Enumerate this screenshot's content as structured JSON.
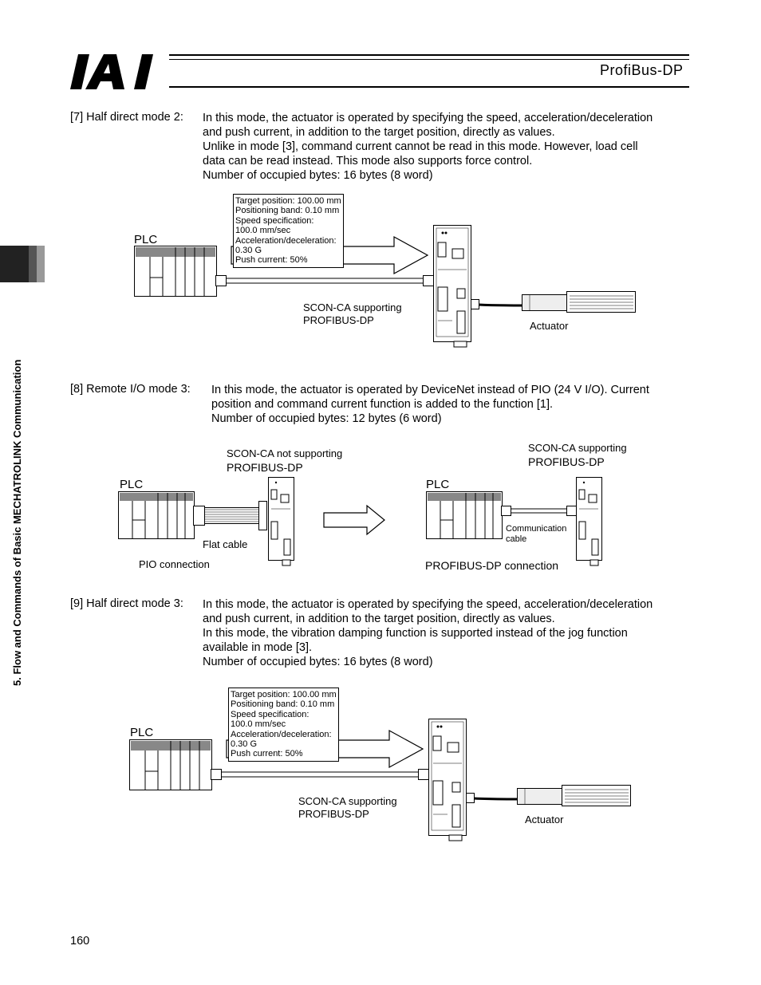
{
  "header": {
    "brand": "IAI",
    "title": "ProfiBus-DP"
  },
  "sidebar": {
    "section_text": "5. Flow and Commands of Basic MECHATROLINK Communication"
  },
  "modes": [
    {
      "label": "[7] Half direct mode 2:",
      "lines": [
        "In this mode, the actuator is operated by specifying the speed, acceleration/deceleration",
        "and push current, in addition to the target position, directly as values.",
        "Unlike in mode [3], command current cannot be read in this mode. However, load cell",
        "data can be read instead. This mode also supports force control.",
        "Number of occupied bytes: 16 bytes (8 word)"
      ]
    },
    {
      "label": "[8] Remote I/O mode 3:",
      "lines": [
        "In this mode, the actuator is operated by DeviceNet instead of PIO (24 V I/O). Current",
        "position and command current function is added to the function [1].",
        "Number of occupied bytes: 12 bytes (6 word)"
      ]
    },
    {
      "label": "[9] Half direct mode 3:",
      "lines": [
        "In this mode, the actuator is operated by specifying the speed, acceleration/deceleration",
        "and push current, in addition to the target position, directly as values.",
        "In this mode, the vibration damping function is supported instead of the jog function",
        "available in mode [3].",
        "Number of occupied bytes: 16 bytes (8 word)"
      ]
    }
  ],
  "diagram1": {
    "plc": "PLC",
    "callout": [
      "Target position: 100.00 mm",
      "Positioning band: 0.10 mm",
      "Speed specification:",
      "100.0 mm/sec",
      "Acceleration/deceleration:",
      "0.30 G",
      "Push current: 50%"
    ],
    "controller_l1": "SCON-CA supporting",
    "controller_l2": "PROFIBUS-DP",
    "actuator": "Actuator"
  },
  "diagram2": {
    "left_plc": "PLC",
    "left_ctrl_l1": "SCON-CA not supporting",
    "left_ctrl_l2": "PROFIBUS-DP",
    "flat_cable": "Flat cable",
    "pio": "PIO connection",
    "right_plc": "PLC",
    "right_ctrl_l1": "SCON-CA supporting",
    "right_ctrl_l2": "PROFIBUS-DP",
    "comm_l1": "Communication",
    "comm_l2": "cable",
    "profibus_conn": "PROFIBUS-DP connection"
  },
  "diagram3": {
    "plc": "PLC",
    "callout": [
      "Target position: 100.00 mm",
      "Positioning band: 0.10 mm",
      "Speed specification:",
      "100.0 mm/sec",
      "Acceleration/deceleration:",
      "0.30 G",
      "Push current: 50%"
    ],
    "controller_l1": "SCON-CA supporting",
    "controller_l2": "PROFIBUS-DP",
    "actuator": "Actuator"
  },
  "footer": {
    "page_number": "160"
  }
}
